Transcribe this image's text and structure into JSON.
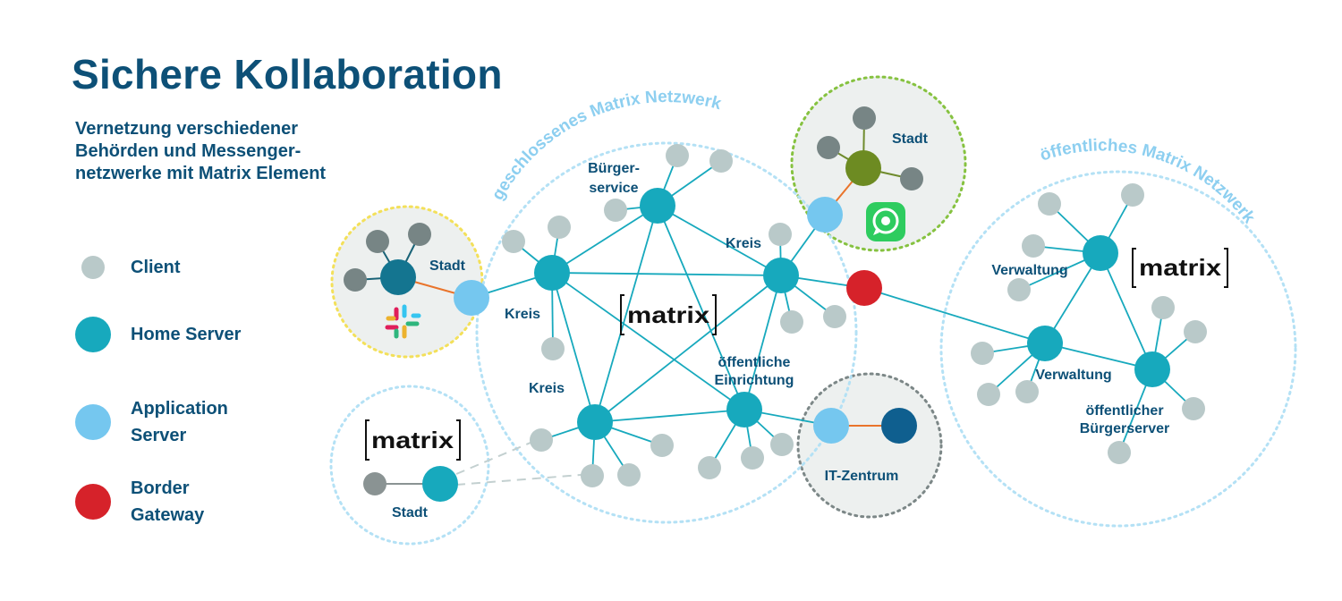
{
  "title": "Sichere Kollaboration",
  "subtitle": "Vernetzung verschiedener Behörden und Messenger-netzwerke mit Matrix Element",
  "legend": [
    {
      "label": "Client",
      "color": "#b9c9c9",
      "size": 26
    },
    {
      "label": "Home Server",
      "color": "#17a9bd",
      "size": 40
    },
    {
      "label": "Application Server",
      "color": "#75c7ef",
      "size": 40
    },
    {
      "label": "Border Gateway",
      "color": "#d6222a",
      "size": 40
    }
  ],
  "network_titles": {
    "closed": "geschlossenes Matrix Netzwerk",
    "public": "öffentliches Matrix Netzwerk"
  },
  "matrix_logo": "matrix",
  "labels": {
    "buergerservice_1": "Bürger-",
    "buergerservice_2": "service",
    "kreis_top": "Kreis",
    "kreis_left": "Kreis",
    "kreis_bottom": "Kreis",
    "oeffentliche_1": "öffentliche",
    "oeffentliche_2": "Einrichtung",
    "stadt_slack": "Stadt",
    "stadt_whatsapp": "Stadt",
    "stadt_matrix": "Stadt",
    "it_zentrum": "IT-Zentrum",
    "verwaltung_top": "Verwaltung",
    "verwaltung_mid": "Verwaltung",
    "buergerserver_1": "öffentlicher",
    "buergerserver_2": "Bürgerserver"
  }
}
